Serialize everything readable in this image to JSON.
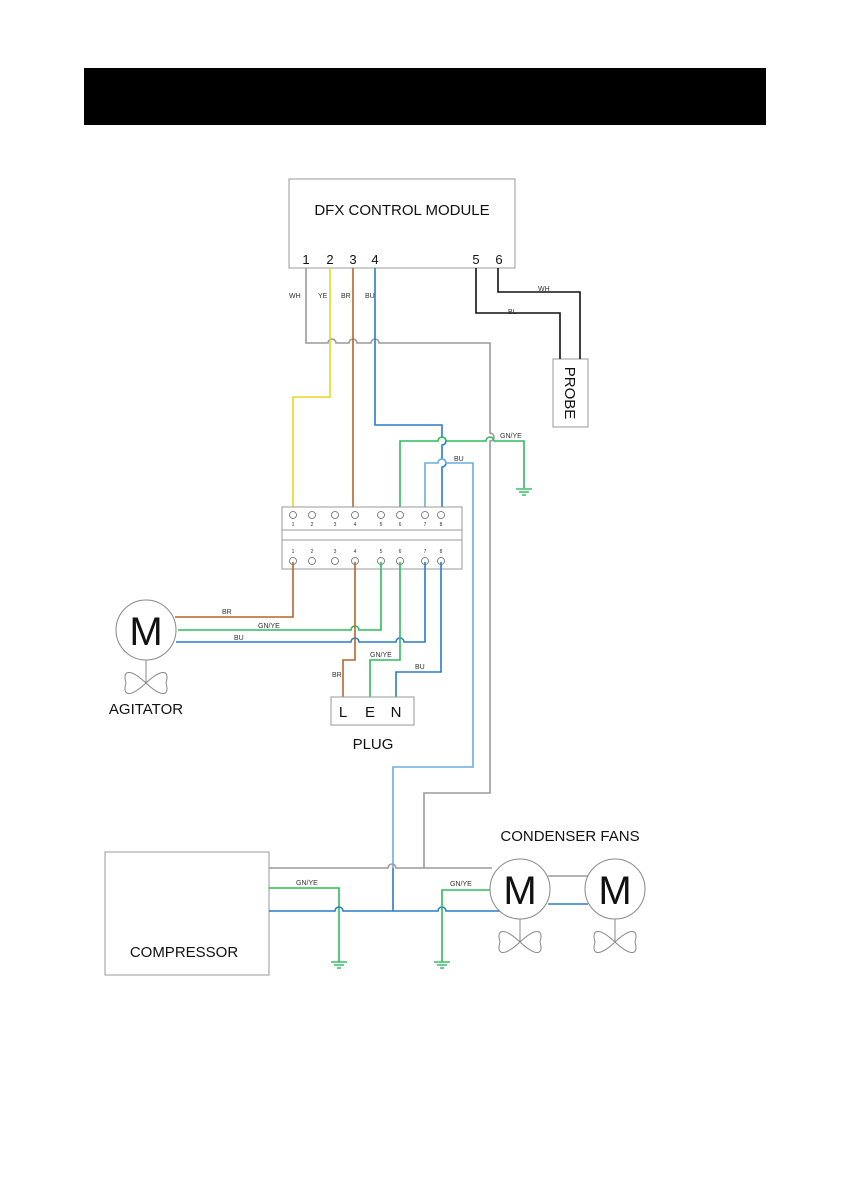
{
  "header": {
    "title": ""
  },
  "diagram": {
    "control_module": {
      "title": "DFX CONTROL MODULE",
      "terminals": [
        "1",
        "2",
        "3",
        "4",
        "5",
        "6"
      ]
    },
    "probe": {
      "label": "PROBE"
    },
    "terminal_block": {
      "top_numbers": [
        "1",
        "2",
        "3",
        "4",
        "5",
        "6",
        "7",
        "8"
      ],
      "bottom_numbers": [
        "1",
        "2",
        "3",
        "4",
        "5",
        "6",
        "7",
        "8"
      ]
    },
    "agitator": {
      "symbol": "M",
      "label": "AGITATOR"
    },
    "plug": {
      "label": "PLUG",
      "pins": [
        "L",
        "E",
        "N"
      ]
    },
    "compressor": {
      "label": "COMPRESSOR"
    },
    "condenser_fans": {
      "label": "CONDENSER FANS",
      "symbols": [
        "M",
        "M"
      ]
    },
    "wire_labels": {
      "wh1": "WH",
      "ye": "YE",
      "br3": "BR",
      "bu4": "BU",
      "wh6": "WH",
      "bl5": "BL",
      "gnye_ground_top": "GN/YE",
      "bu_top": "BU",
      "agit_br": "BR",
      "agit_gnye": "GN/YE",
      "agit_bu": "BU",
      "plug_br": "BR",
      "plug_gnye": "GN/YE",
      "plug_bu": "BU",
      "comp_gnye": "GN/YE",
      "fan_gnye": "GN/YE"
    },
    "wire_colors": {
      "white": "#9a9a9a",
      "yellow": "#e6d81a",
      "brown": "#b5652a",
      "blue": "#2a7cc7",
      "green_yellow": "#2dbb5c",
      "black": "#111111"
    }
  }
}
